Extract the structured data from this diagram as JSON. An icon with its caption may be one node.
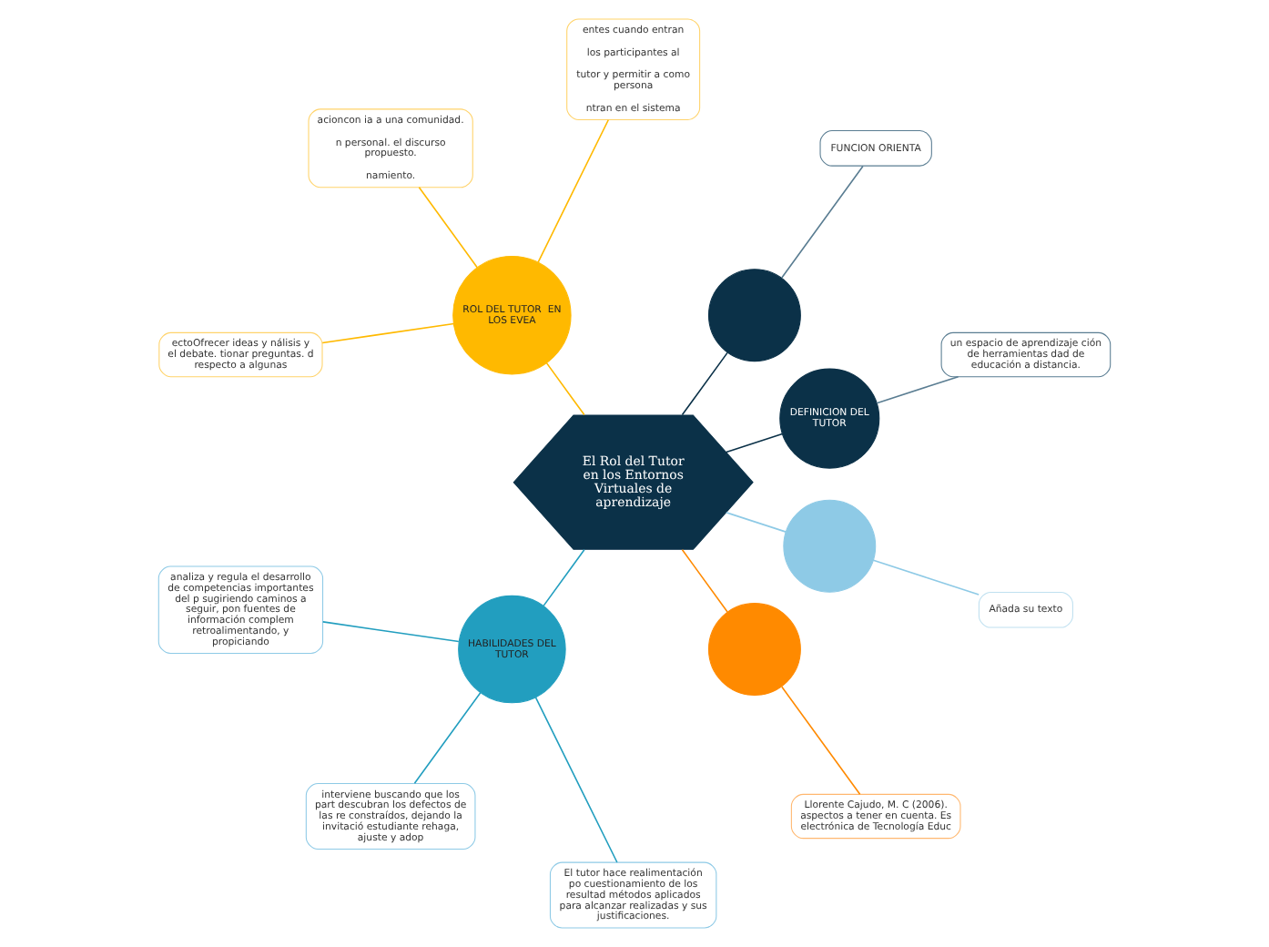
{
  "diagram": {
    "nodes": [
      {
        "text": [
          "El Rol del Tutor en los Entornos Virtuales de aprendizaje"
        ]
      },
      {
        "text": [
          "DEFINICION DEL TUTOR"
        ]
      },
      {
        "text": [
          "un espacio de aprendizaje ción de herramientas dad de educación a distancia."
        ]
      },
      {
        "text": [],
        "shape": "circle"
      },
      {
        "text": [
          "FUNCION ORIENTA"
        ]
      },
      {
        "text": [
          "ROL DEL TUTOR  EN LOS EVEA"
        ]
      },
      {
        "text": [
          "entes cuando entran",
          "los participantes al",
          "tutor y permitir a como persona",
          "ntran en el sistema"
        ]
      },
      {
        "text": [
          "acioncon ia a una comunidad.",
          "n personal. el discurso propuesto.",
          "namiento."
        ]
      },
      {
        "text": [
          "ectoOfrecer ideas y nálisis y el debate. tionar preguntas. d respecto a algunas"
        ]
      },
      {
        "text": [
          "HABILIDADES DEL TUTOR"
        ]
      },
      {
        "text": [
          "analiza y regula el desarrollo de competencias importantes del p sugiriendo caminos a seguir, pon fuentes de información complem retroalimentando, y propiciando"
        ]
      },
      {
        "text": [
          "interviene buscando que los part descubran los defectos de las re constraídos, dejando la invitació estudiante rehaga, ajuste y adop"
        ]
      },
      {
        "text": [
          "El tutor hace realimentación po cuestionamiento de los resultad métodos aplicados para alcanzar realizadas y sus justificaciones."
        ]
      },
      {
        "text": [],
        "shape": "circle"
      },
      {
        "text": [
          "Llorente Cajudo, M. C (2006). aspectos a tener en cuenta. Es electrónica de Tecnología Educ"
        ]
      },
      {
        "text": [],
        "shape": "circle"
      },
      {
        "text": [
          "Añada su texto"
        ]
      }
    ],
    "edges": [
      {
        "from": 0,
        "to": 1,
        "arrow": "none",
        "color": "#0b3148"
      },
      {
        "from": 1,
        "to": 2,
        "arrow": "none",
        "color": "#5a7d92"
      },
      {
        "from": 0,
        "to": 3,
        "arrow": "none",
        "color": "#0b3148"
      },
      {
        "from": 3,
        "to": 4,
        "arrow": "none",
        "color": "#5a7d92"
      },
      {
        "from": 0,
        "to": 5,
        "arrow": "none",
        "color": "#ffb900"
      },
      {
        "from": 5,
        "to": 6,
        "arrow": "none",
        "color": "#ffb900"
      },
      {
        "from": 5,
        "to": 7,
        "arrow": "none",
        "color": "#ffb900"
      },
      {
        "from": 5,
        "to": 8,
        "arrow": "none",
        "color": "#ffb900"
      },
      {
        "from": 0,
        "to": 9,
        "arrow": "none",
        "color": "#229ebf"
      },
      {
        "from": 9,
        "to": 10,
        "arrow": "none",
        "color": "#229ebf"
      },
      {
        "from": 9,
        "to": 11,
        "arrow": "none",
        "color": "#229ebf"
      },
      {
        "from": 9,
        "to": 12,
        "arrow": "none",
        "color": "#229ebf"
      },
      {
        "from": 0,
        "to": 13,
        "arrow": "none",
        "color": "#ff8a00"
      },
      {
        "from": 13,
        "to": 14,
        "arrow": "none",
        "color": "#ff8a00"
      },
      {
        "from": 0,
        "to": 15,
        "arrow": "none",
        "color": "#8ecae6"
      },
      {
        "from": 15,
        "to": 16,
        "arrow": "none",
        "color": "#8ecae6"
      }
    ]
  }
}
